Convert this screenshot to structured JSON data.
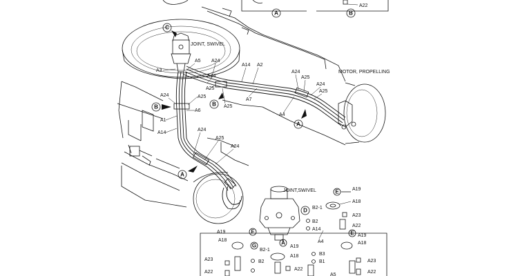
{
  "labels": {
    "joint_swivel_top": "JOINT, SWIVEL",
    "motor_propelling": "MOTOR, PROPELLING",
    "joint_swivel_detail": "JOINT,SWIVEL",
    "a3": "A3",
    "a5": "A5",
    "a24_1": "A24",
    "a14_1": "A14",
    "a2": "A2",
    "a24_2": "A24",
    "a25_1": "A25",
    "a24_3": "A24",
    "a25_2": "A25",
    "a25_3": "A25",
    "a7": "A7",
    "a4_1": "A4",
    "a24_4": "A24",
    "a25_4": "A25",
    "a1": "A1",
    "a6": "A6",
    "a14_2": "A14",
    "a24_5": "A24",
    "a25_5": "A25",
    "a24_6": "A24",
    "a22_top": "A22",
    "a19_r": "A19",
    "a18_r": "A18",
    "b2_1_r": "B2-1",
    "a23_r": "A23",
    "b2_r": "B2",
    "a14_r": "A14",
    "a22_r": "A22",
    "a19_l": "A19",
    "a18_l": "A18",
    "a23_l": "A23",
    "a22_l": "A22",
    "b2_1_c": "B2-1",
    "a19_c": "A19",
    "b2_c": "B2",
    "a18_c": "A18",
    "a22_c": "A22",
    "b3": "B3",
    "b1": "B1",
    "a4_r": "A4",
    "a19_rr": "A19",
    "a18_rr": "A18",
    "a23_rr": "A23",
    "a22_rr": "A22",
    "a5_b": "A5"
  },
  "callouts": {
    "a": "A",
    "b": "B",
    "c": "C",
    "d": "D",
    "e": "E",
    "f": "F",
    "g": "G"
  }
}
